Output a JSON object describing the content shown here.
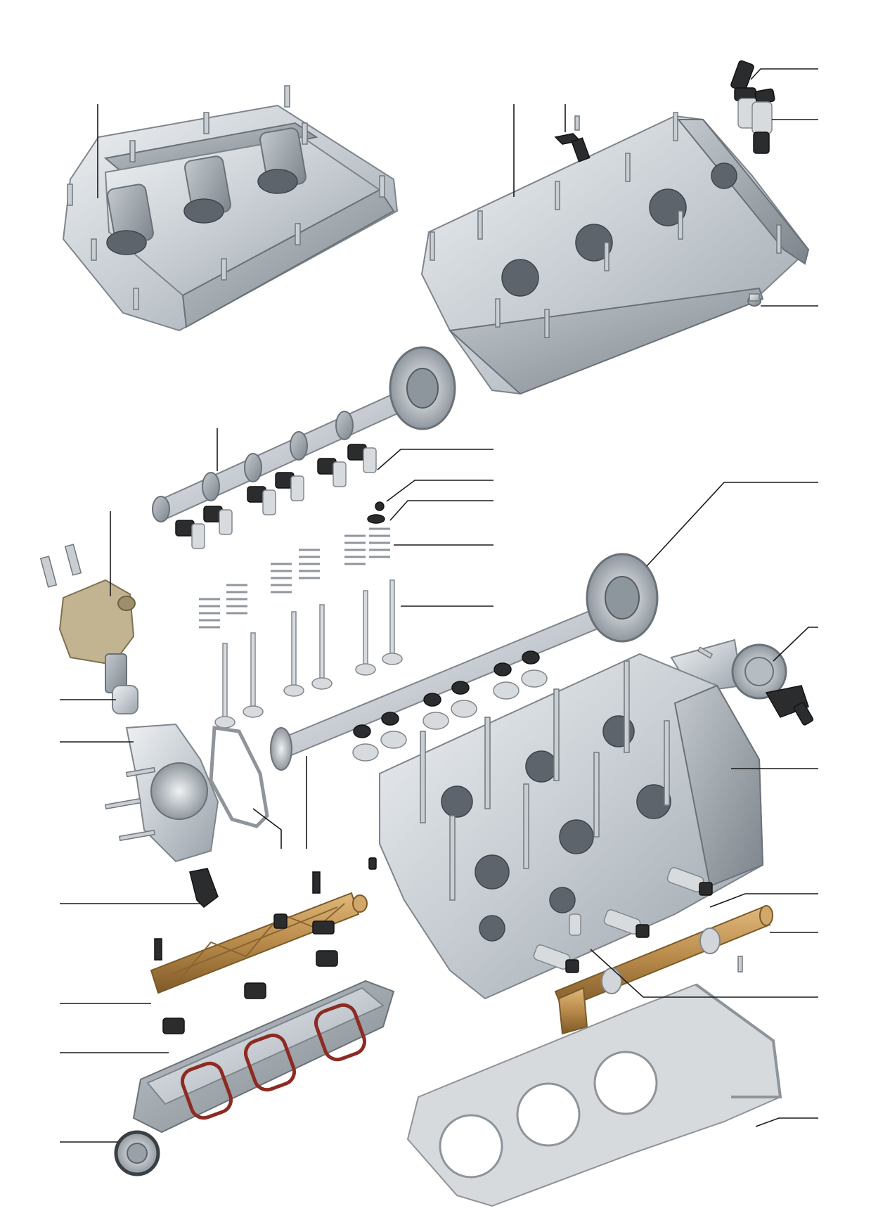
{
  "figure": {
    "labels_visible": false,
    "colors": {
      "background": "#ffffff",
      "metal": "#c6ccd2",
      "leader": "#1a1a1a",
      "fuel_rail": "#b88a4a",
      "seal": "#8d2b22"
    }
  },
  "components": [
    {
      "id": "cylinder-head-cover",
      "icon": "cover-icon"
    },
    {
      "id": "camshaft-housing",
      "icon": "housing-icon"
    },
    {
      "id": "sensor",
      "icon": "sensor-icon"
    },
    {
      "id": "control-valve-1",
      "icon": "valve-actuator-icon"
    },
    {
      "id": "control-valve-2",
      "icon": "valve-actuator-icon"
    },
    {
      "id": "plug",
      "icon": "plug-icon"
    },
    {
      "id": "intake-camshaft",
      "icon": "camshaft-icon"
    },
    {
      "id": "roller-rocker-arm",
      "icon": "rocker-icon"
    },
    {
      "id": "valve-cotter",
      "icon": "cotter-icon"
    },
    {
      "id": "spring-retainer",
      "icon": "retainer-icon"
    },
    {
      "id": "valve-spring",
      "icon": "spring-icon"
    },
    {
      "id": "valve",
      "icon": "valve-icon"
    },
    {
      "id": "exhaust-camshaft-adjuster",
      "icon": "adjuster-icon"
    },
    {
      "id": "thermostat-housing",
      "icon": "thermostat-icon"
    },
    {
      "id": "high-pressure-fuel-pump",
      "icon": "pump-icon"
    },
    {
      "id": "roller-tappet",
      "icon": "tappet-icon"
    },
    {
      "id": "vacuum-pump",
      "icon": "vacuum-pump-icon"
    },
    {
      "id": "gasket",
      "icon": "gasket-icon"
    },
    {
      "id": "exhaust-camshaft",
      "icon": "camshaft-icon"
    },
    {
      "id": "cylinder-head",
      "icon": "cylinder-head-icon"
    },
    {
      "id": "pressure-sensor",
      "icon": "sensor-icon"
    },
    {
      "id": "injector",
      "icon": "injector-icon"
    },
    {
      "id": "fuel-rail",
      "icon": "fuel-rail-icon"
    },
    {
      "id": "injector-seal",
      "icon": "seal-icon"
    },
    {
      "id": "fuel-rail-left",
      "icon": "fuel-rail-icon"
    },
    {
      "id": "flap-actuator",
      "icon": "actuator-icon"
    },
    {
      "id": "intake-manifold",
      "icon": "manifold-icon"
    },
    {
      "id": "throttle-unit",
      "icon": "throttle-icon"
    },
    {
      "id": "cylinder-head-gasket",
      "icon": "gasket-icon"
    }
  ]
}
